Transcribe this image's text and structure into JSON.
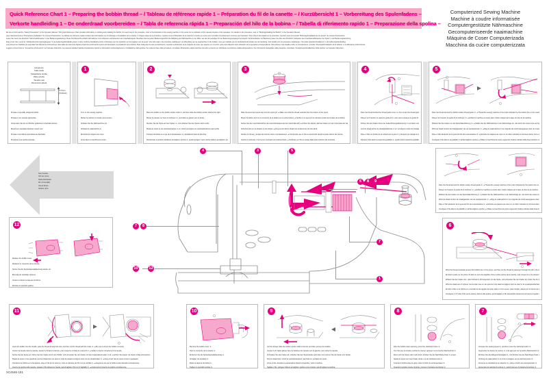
{
  "document": {
    "title_lines": [
      "Quick Reference Chart 1  – Preparing the bobbin thread – / Tableau de référence rapide 1  – Préparation du fil de la canette – / Kurzübersicht 1  – Vorbereitung des Spulenfadens –",
      "Verkorte handleiding 1  – De onderdraad voorbereiden – / Tabla de referencia rápida 1  – Preparación del hilo de la bobina – / Tabella di riferimento rapido 1  – Preparazione della spolina –"
    ],
    "product_names": [
      "Computerized Sewing Machine",
      "Machine à coudre informatisée",
      "Computergestützte Nähmaschine",
      "Gecomputeriseerde naaimachine",
      "Máquina de Coser Computerizada",
      "Macchina da cucire computerizzata"
    ],
    "intro_lines": [
      "Be sure to first read the \"Safety Precautions\" in the Operation Manual. This Quick Reference Chart provides information on winding and installing the bobbin. For each step in the procedure, refer to the illustration of the sewing machine in the center for an indication of the relevant location of the operation. For details on the procedure, refer to \"Winding/Installing the Bobbin\" in the Operation Manual.",
      "Lisez attentivement les \"Précautions d'utilisation\" du manuel d'instructions. Ce tableau de référence rapide contient des informations sur le bobinage et l'installation de la canette. À chaque étape de la procédure, reportez-vous à l'illustration de la machine à coudre au centre pour connaître l'emplacement concerné par l'opération. Pour obtenir des détails sur la procédure, reportez-vous à la section \"Bobinage/installation de la canette\" du manuel d'instructions.",
      "Lesen Sie zuerst die Abschnitt \"Sicherheitshinweise\" in der Bedienungsanleitung. Diese Kurzübersicht enthält Informationen zum Aufspulen und Einsetzen der Unterfadenspule. Beachten Sie bei jedem Bedienungsschritt die Abbildung der Nähmaschine in der Mitte, aus der der jeweilige Ort der Bedienungsvorgangs hervorgeht. Für Einzelheiten zur Bedienung lesen Sie bitte den Abschnitt \"Aufspulen des Unterfadens/Einsetzen der Spule\" in der Bedienungsanleitung.",
      "Zorg ervoor dat u eerst de \"Veiligheidsvoorzorgsmaatregelen\" in de bedieningshandleiding leest. In deze Verkorte handleiding vindt u informatie over het opwinden en het plaatsen van de spoel. Voor elke stap in de procedure raadpleegt u de afbeelding van de naaimachine in het midden, voor een indicatie van de desbetreffende locatie van de handeling. Voor details over de procedure raadpleegt u \"De spoel opwinden/installeren\" in de bedieningshandleiding.",
      "Lea primero las \"Medidas de seguridad\" del Manual de Instrucciones. Esta tabla de referencia rápida proporciona información acerca del devanado y la instalación de la bobina. Para cada paso de este procedimiento, consulte la ilustración de la máquina de coser que aparece en el centro, para una indicación de la ubicación de la operación correspondiente. Para obtener más detalles sobre el procedimiento, consulte \"Devanado/instalación de la bobina\" en el Manual de instrucciones.",
      "Leggere prima di tutto le \"precauzioni di sicurezza\" nel manuale d'istruzioni. La presente tabella di rapida consultazione riporta le informazioni sull'avvolgimento e l'installazione della spolina. Per ciascuna fase della procedura, consultare l'illustrazione della macchina da cucire al centro per individuare la posizione relativa all'operazione. Per informazioni dettagliate sulla procedura, consultare \"Avvolgimento/installazione della spolina\" nel manuale d'istruzioni."
    ],
    "footer_code": "XC4546-151"
  },
  "actual_size": {
    "labels": [
      "Actual size",
      "Taille réelle",
      "Tatsächliche Größe",
      "Ware grootte",
      "Tamaño real",
      "Dimensioni attuali"
    ],
    "dimension_lines": [
      "11.5mm",
      "(7/16inch)"
    ],
    "captions": [
      "Prepare a specially designed bobbin.",
      "Préparez une canette appropriée.",
      "Verwenden Sie die von Brother gelieferten Unterfadenspulen.",
      "Bereid een speciaal ontworpen spoel voor.",
      "Prepare una bobina especialmente diseñada.",
      "Preparare una spolina speciale."
    ]
  },
  "reverse_note": {
    "lines": [
      "See reverse.",
      "Voir au verso.",
      "Siehe Rückseite.",
      "Zie ommezijde.",
      "Vea al dorso.",
      "Vedere retro."
    ]
  },
  "center_diagram": {
    "name": "sewing-machine-overview",
    "markers": [
      {
        "id": "4",
        "label": "4"
      },
      {
        "id": "3",
        "label": "3"
      },
      {
        "id": "5",
        "label": "5"
      },
      {
        "id": "6",
        "label": "6"
      },
      {
        "id": "8",
        "label": "8"
      },
      {
        "id": "9",
        "label": "9"
      },
      {
        "id": "7a",
        "label": "7"
      },
      {
        "id": "8b",
        "label": "8"
      },
      {
        "id": "7r",
        "label": "7"
      },
      {
        "id": "1r",
        "label": "1"
      },
      {
        "id": "10",
        "label": "10"
      },
      {
        "id": "12",
        "label": "12"
      }
    ]
  },
  "steps": [
    {
      "num": "1",
      "captions": [
        "Turn on the sewing machine.",
        "Mettez la machine à coudre sous tension.",
        "Schalten Sie die Nähmaschine ein.",
        "Schakel de naaimachine in.",
        "Encienda la máquina de coser.",
        "Accendere la macchina da cucire."
      ]
    },
    {
      "num": "2",
      "captions": [
        "Place the bobbin on the bobbin winder shaft ①, and then slide the bobbin winder shaft to the right.",
        "Placez la canette sur l'axe du bobineur ①, puis faites-le glisser vers la droite.",
        "Stecken Sie die Spule auf den Spuler ①, und schieben Sie den Spuler nach rechts.",
        "Plaats de spoel op de spoelopwinderas ① en schuif vervolgens de spoelopwinderas naar rechts.",
        "Coloque la bobina en el eje de la devanadera ① y desplácelo hacia la derecha.",
        "Posizionare la spolina sull'albero avvolgitore spolina ①, quindi spingere verso destra l'albero avvolgitore spolina."
      ]
    },
    {
      "num": "3",
      "captions": [
        "Slide the spool and spool cap onto the spool pin.  ● Make sure that the thread unwinds from the bottom of the spool.",
        "Placez la bobine de fil et le couvercle de la bobine sur le porte-bobine.  ● Vérifiez à ce que le fil se déroule à partir de la base de la bobine.",
        "Setzen Sie den Garnrollenstift an die Garnrollenkapsel auf den Garnrollenstift.  ● Achten Sie darauf, daß der Faden von der Unterseite der Garnrolle abgespult wird.",
        "Schuif de klos en de klospin op de klospin.  ● Zorg ervoor dat de draad van onderaf van de klos afrolt.",
        "Deslice el carrete y la tapa del carrete sobre el portacarretes.  ● Compruebe que el hilo se desenrolle desde la parte inferior del carrete.",
        "Inserire il rocchetto, il fermo per rocchetto sul portarocchetto.  ● Verificare se il filo si svolge dalla parte inferiore del rocchetto."
      ]
    },
    {
      "num": "4",
      "captions": [
        "Pass the thread behind the thread guide cover ①, then under the thread guide plate ②.",
        "Passez le fil derrière le capot du guide-fil ①, puis sous la plaque du guide-fil ②.",
        "Führen Sie den Faden hinter der Fadenführungsabdeckung ① und dann unter die Fadenführungsplatte ② durch.",
        "Leid de draad achter de draadgeleiderkap ① en vervolgens onder de draadgeleiderplaat ②.",
        "Pase el hilo por detrás de la cubierta de la guía ① y después por debajo de la placa de la guía ②.",
        "Passare il filo dietro la copertura guidafilo ①, quindi sotto la piastrina guidafilo ②."
      ]
    },
    {
      "num": "5",
      "captions": [
        "Pass the thread around the bobbin winder thread guide ①.  ● Thread the sewing machine in the order indicated by the bottom line on the machine.",
        "Passez le fil autour du guide-fil du bobineur ①.  ● Enfilez la machine à coudre dans l'ordre indiqué par la ligne du bas de la machine.",
        "Wickeln Sie den Faden um die Spulerfadenführung ①.  ● Fädeln Sie die Nähmaschine in der Reihenfolge ein, die durch die untere Linie auf der Maschine angezeigt wird.",
        "Wind de draad rondom de draadgeleider van de spoelopwinder ①.  ● Rijg de naaimachine in de volgorde die wordt aangegeven door de onderste lijn op de machine.",
        "Pase el hilo alrededor de la guía del hilo de la devanadera ①.  ● Enhebre la máquina de coser en el orden indicado por la línea inferior de la máquina.",
        "Avvolgere il filo attorno al guidafilo ① dell'avvolgitore spolina.  ● Infilare la macchina da cucire seguendo l'ordine indicato dalla linea inferiore sulla macchina."
      ]
    },
    {
      "num": "6",
      "captions": [
        "Wind the thread clockwise around the bobbin four or five times, and then cut the thread by passing it through the slit in the bobbin winder seat ①.",
        "Enroulez quatre ou cinq fois le fil dans le sens des aiguilles d'une montre autour de la canette, puis coupez-le en le passant dans la fente de la base du bobineur de canette ①.",
        "Wickeln Sie den Faden vier- oder fünfmal im Uhrzeigersinn um die Spule, und schneiden Sie den Faden ab, indem Sie ihn durch den Schlitz der Spulenträgeraufnahme ① ziehen.",
        "Wind de draad vier of vijf keer met de klok mee om de spoel en knip daad vervolgens door de sleuf in de spoelopwinderbasis ① en de draad door te snijden.",
        "Enrolle el hilo en la bobina en el sentido de las agujas del reloj cuatro o cinco veces; para cortarlo, páselo por la ranura de la guía de la base de la devanadera ①.",
        "Avvolgere 4 o 5 volte il filo senza destra, attorno alla spolina, quindi tagliare il filo passandolo attraverso la fessura di guida nell'alloggiamento ① dell'avvolgitore spolina."
      ]
    },
    {
      "num": "7",
      "captions": [
        "Increase the sewing speed ①, and then press the start/stop button ②.",
        "Augmentez la vitesse de couture ①, puis appuyez sur la touche Marche/Arrêt ②.",
        "Erhöhen Sie die Nähgeschwindigkeit ①, und drücken Sie die Start/Stopp-Taste ②.",
        "Verhoog de naaisnelheid ① en druk vervolgens op de start/stop-toets ②.",
        "Aumente la velocidad de la máquina ① y pulse el botón de arranque/parar ②.",
        "Aumentare la velocità di cucitura ①, quindi premere il pulsante Avvio/stop ②."
      ]
    },
    {
      "num": "8",
      "captions": [
        "After the bobbin stops spinning, press the start/stop button ①.",
        "Une fois que la canette a arrêté de tourner, appuyez sur la touche Marche/Arrêt ①.",
        "Wenn sich die Spule nicht mehr dreht, drücken Sie die Start/Stopp-Taste ① erneut.",
        "Nadat de spoel niet meer draait, drukt u op de start/stop-toets ①.",
        "Cuando la bobina deje de girar, pulse el botón de arranque/parar ①.",
        "Quando la spolina smette di girare, premere il pulsante Avvio/stop ①."
      ]
    },
    {
      "num": "9",
      "captions": [
        "Cut the thread, slide the bobbin winder shaft to the left, and then remove the bobbin.",
        "Coupez le fil, faites glisser l'axe du bobineur de canette vers la gauche, puis retirez la canette.",
        "Schneiden Sie den Faden ab, schieben Sie den Spulenwelle nach links und nehmen Sie die Spule vom Spuler.",
        "Snij de draad door, schuif de spoelopwinderas naar links en verwijder de spoel.",
        "Corte el hilo, desplace la devanadera hacia la izquierda y retire la bobina.",
        "Tagliare il filo, spingere l'albero avvolgitore spolina verso sinistra, quindi togliere la spolina."
      ]
    },
    {
      "num": "10",
      "captions": [
        "Remove the bobbin cover ①.",
        "Ôtez le couvercle de la canette ①.",
        "Entfernen Sie die Spulenkapselabdeckung ①.",
        "Verwijder de spoelkap ①.",
        "Retire la tapa de la bobina ①.",
        "Togliere lo sportello spolina ①."
      ]
    },
    {
      "num": "11",
      "captions": [
        "Insert the bobbin into the shuttle, pass the thread through the slot, and then cut the thread with the cutter ①.  ● Be sure to insert the bobbin correctly.",
        "Insérez la canette dans la navette, passez le fil dans la rainure, puis coupez-le à l'aide du coupe-fil ①.  ● Veillez à insérer correctement la canette.",
        "Setzen Sie die Spule ein, führen Sie den Faden durch den Schlitz, und schneiden Sie den Faden mit dem Fadenabschneider ① ab.  ● Achten Sie darauf, die Spule richtig einzusetzen.",
        "Plaats de spoel in het spoelhuis, leid het draad door de sleuf en snijd de draad vervolgens door met de draadsnijder ①.  ● Zorg ervoor dat de spoel correct is geplaatst.",
        "Introduzca la bobina en la lanzadera, pase el hilo por la ranura y corte el sobrante de hilo con la cuchilla ①.  ● Asegúrese de que la bobina está colocada correctamente.",
        "Inserire la spolina nella navetta, passare il filo attraverso l'asola, quindi tagliare il filo con il tagliafilo ①.  ● Assicurarsi di inserire la spolina correttamente."
      ]
    },
    {
      "num": "12",
      "captions": [
        "Replace the bobbin cover.",
        "Replacez le couvercle de la canette.",
        "Setzen Sie die Spulenkapselabdeckung wieder ein.",
        "Bevestig de spoelkap opnieuw.",
        "Vuelva a colocar la tapa de la bobina.",
        "Montare lo sportello spolina."
      ]
    }
  ],
  "colors": {
    "accent": "#e6007e",
    "accent_light": "#f9a8c8",
    "panel_border": "#b9b9b9",
    "arrow_gray": "#d4d4d4"
  }
}
